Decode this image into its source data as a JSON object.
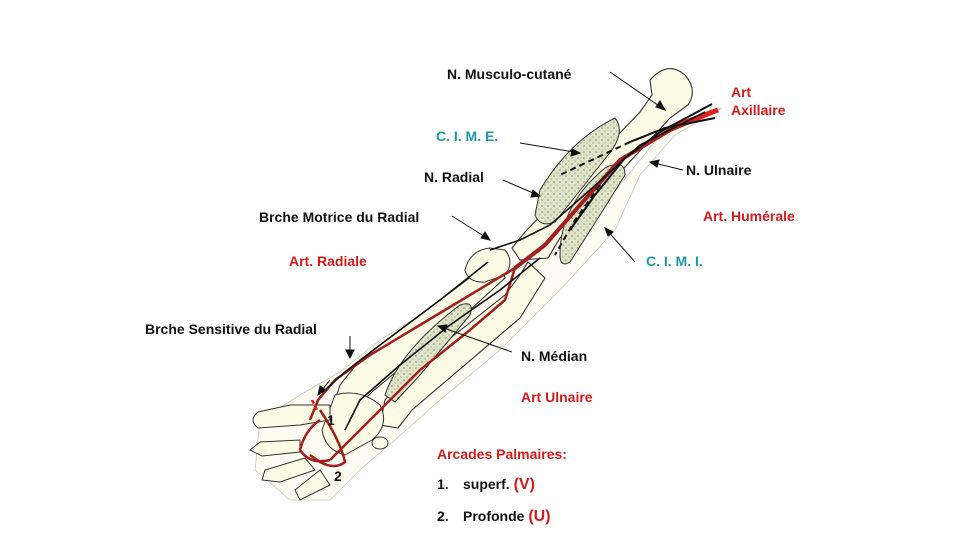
{
  "labels": {
    "musculo_cutane": "N. Musculo-cutané",
    "art_axillaire_1": "Art",
    "art_axillaire_2": "Axillaire",
    "cime": "C. I. M. E.",
    "n_radial": "N. Radial",
    "n_ulnaire": "N. Ulnaire",
    "brche_motrice": "Brche Motrice du Radial",
    "art_humerale": "Art. Humérale",
    "art_radiale": "Art. Radiale",
    "cimi": "C. I. M. I.",
    "brche_sensitive": "Brche Sensitive du Radial",
    "n_median": "N. Médian",
    "art_ulnaire": "Art Ulnaire"
  },
  "markers": {
    "one": "1",
    "two": "2"
  },
  "legend": {
    "title": "Arcades Palmaires:",
    "items": [
      {
        "index": "1.",
        "text": "superf. ",
        "code": "(V)"
      },
      {
        "index": "2.",
        "text": "Profonde ",
        "code": "(U)"
      }
    ]
  },
  "colors": {
    "artery": "#a11f1f",
    "artery_bright": "#e02020",
    "label_red": "#d01c1c",
    "label_teal": "#1b9aa8",
    "bone_fill": "#fbfbe6",
    "septum_fill": "#dfe2c6"
  }
}
